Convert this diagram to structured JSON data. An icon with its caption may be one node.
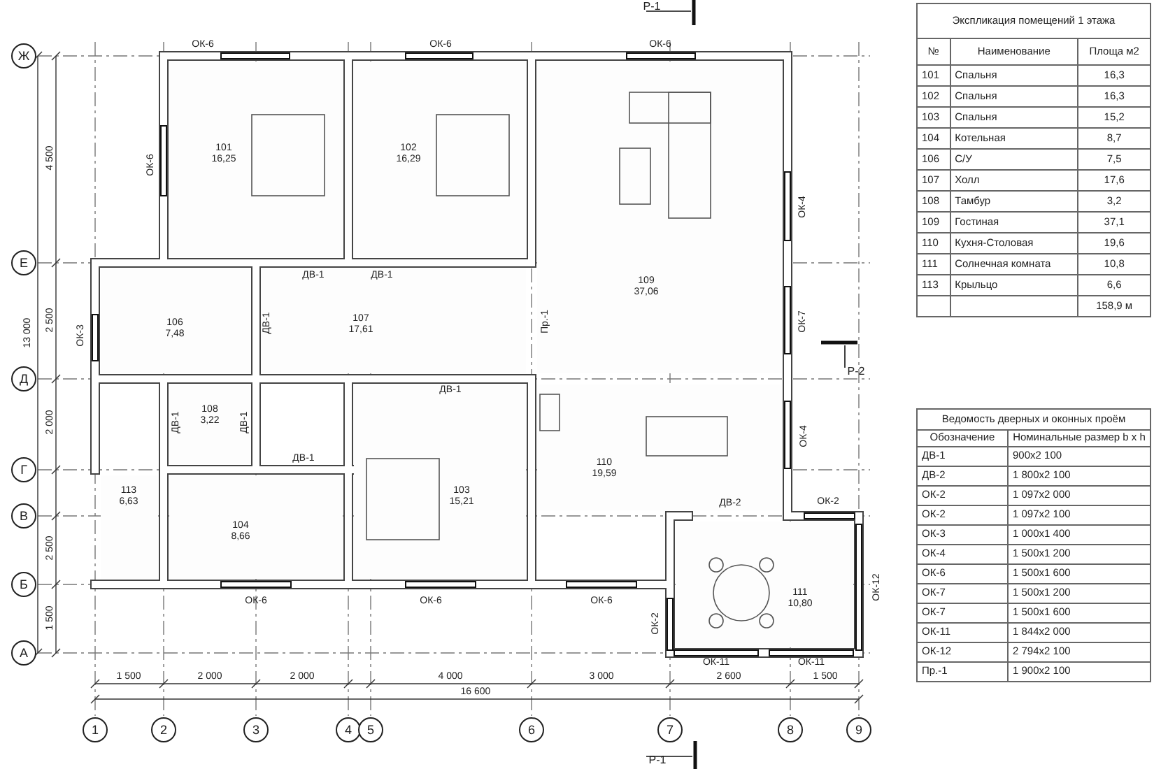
{
  "diagram": {
    "nodes": [
      {
        "text": [
          "Ж"
        ]
      },
      {
        "text": [
          "Е"
        ]
      },
      {
        "text": [
          "Д"
        ]
      },
      {
        "text": [
          "Г"
        ]
      },
      {
        "text": [
          "В"
        ]
      },
      {
        "text": [
          "Б"
        ]
      },
      {
        "text": [
          "А"
        ]
      },
      {
        "text": [
          "101",
          "16,25"
        ]
      },
      {
        "text": [
          "102",
          "16,29"
        ]
      },
      {
        "text": [
          "109",
          "37,06"
        ]
      },
      {
        "text": [
          "106",
          "7,48"
        ]
      },
      {
        "text": [
          "107",
          "17,61"
        ]
      },
      {
        "text": [
          "108",
          "3,22"
        ]
      },
      {
        "text": [
          "110",
          "19,59"
        ]
      },
      {
        "text": [
          "103",
          "15,21"
        ]
      },
      {
        "text": [
          "113",
          "6,63"
        ]
      },
      {
        "text": [
          "104",
          "8,66"
        ]
      },
      {
        "text": [
          "111",
          "10,80"
        ]
      },
      {
        "text": [
          "1"
        ]
      },
      {
        "text": [
          "2"
        ]
      },
      {
        "text": [
          "3"
        ]
      },
      {
        "text": [
          "4"
        ]
      },
      {
        "text": [
          "5"
        ]
      },
      {
        "text": [
          "6"
        ]
      },
      {
        "text": [
          "7"
        ]
      },
      {
        "text": [
          "8"
        ]
      },
      {
        "text": [
          "9"
        ]
      }
    ],
    "labels": [
      "Р-1",
      "ОК-6",
      "ОК-6",
      "ОК-6",
      "4 500",
      "ОК-6",
      "ОК-4",
      "ДВ-1",
      "ДВ-1",
      "2 500",
      "ОК-3",
      "ДВ-1",
      "Пр.-1",
      "ОК-7",
      "13 000",
      "Р-2",
      "ДВ-1",
      "2 000",
      "ДВ-1",
      "ДВ-1",
      "ОК-4",
      "ДВ-1",
      "ДВ-2",
      "ОК-2",
      "2 500",
      "ОК-12",
      "ОК-6",
      "ОК-6",
      "ОК-6",
      "1 500",
      "ОК-2",
      "ОК-11",
      "ОК-11",
      "1 500",
      "2 000",
      "2 000",
      "4 000",
      "3 000",
      "2 600",
      "1 500",
      "16 600",
      "Р-1",
      "Экспликация помещений 1 этажа",
      "№",
      "Наименование",
      "Площа м2",
      "101",
      "Спальня",
      "16,3",
      "102",
      "Спальня",
      "16,3",
      "103",
      "Спальня",
      "15,2",
      "104",
      "Котельная",
      "8,7",
      "106",
      "С/У",
      "7,5",
      "107",
      "Холл",
      "17,6",
      "108",
      "Тамбур",
      "3,2",
      "109",
      "Гостиная",
      "37,1",
      "110",
      "Кухня-Столовая",
      "19,6",
      "111",
      "Солнечная комната",
      "10,8",
      "113",
      "Крыльцо",
      "6,6",
      "158,9 м",
      "Ведомость дверных и оконных проём",
      "Обозначение",
      "Номинальные размер b x h",
      "ДВ-1",
      "900x2 100",
      "ДВ-2",
      "1 800x2 100",
      "ОК-2",
      "1 097x2 000",
      "ОК-2",
      "1 097x2 100",
      "ОК-3",
      "1 000x1 400",
      "ОК-4",
      "1 500x1 200",
      "ОК-6",
      "1 500x1 600",
      "ОК-7",
      "1 500x1 200",
      "ОК-7",
      "1 500x1 600",
      "ОК-11",
      "1 844x2 000",
      "ОК-12",
      "2 794x2 100",
      "Пр.-1",
      "1 900x2 100"
    ]
  }
}
